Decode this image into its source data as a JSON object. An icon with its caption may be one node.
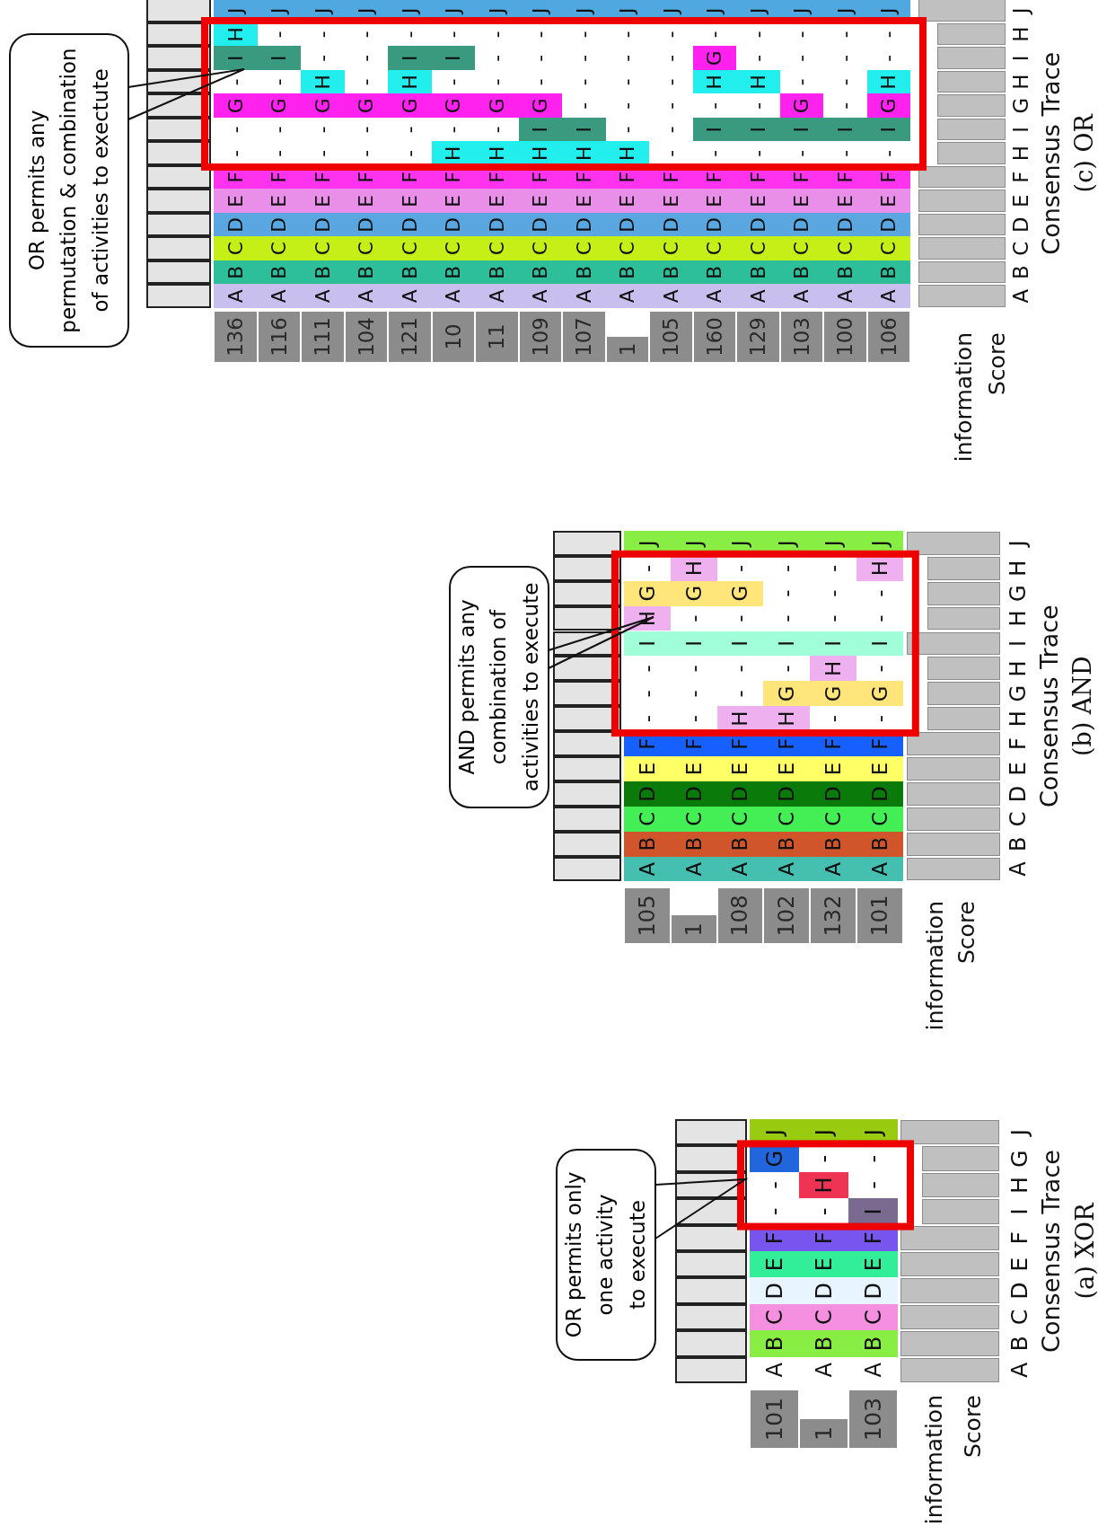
{
  "diagram": {
    "nodes": [
      {
        "text": [
          "OR permits only one activity to execute"
        ]
      },
      {
        "text": [
          "AND permits any combination of activities to execute"
        ]
      },
      {
        "text": [
          "OR permits any permutation & combination of activities to exectute"
        ]
      }
    ],
    "edges": [
      {
        "from": 0,
        "to": null,
        "arrow": "none"
      },
      {
        "from": 1,
        "to": null,
        "arrow": "none"
      },
      {
        "from": 2,
        "to": null,
        "arrow": "none"
      }
    ],
    "labels": [
      "101",
      "A",
      "B",
      "C",
      "D",
      "E",
      "F",
      "-",
      "-",
      "G",
      "J",
      "1",
      "A",
      "B",
      "C",
      "D",
      "E",
      "F",
      "-",
      "H",
      "-",
      "J",
      "103",
      "A",
      "B",
      "C",
      "D",
      "E",
      "F",
      "I",
      "-",
      "-",
      "J",
      "A",
      "B",
      "C",
      "D",
      "E",
      "F",
      "I",
      "H",
      "G",
      "J",
      "Consensus Trace",
      "(a) XOR",
      "information",
      "Score",
      "105",
      "A",
      "B",
      "C",
      "D",
      "E",
      "F",
      "-",
      "-",
      "-",
      "I",
      "H",
      "G",
      "-",
      "J",
      "1",
      "A",
      "B",
      "C",
      "D",
      "E",
      "F",
      "-",
      "-",
      "-",
      "I",
      "-",
      "G",
      "H",
      "J",
      "108",
      "A",
      "B",
      "C",
      "D",
      "E",
      "F",
      "H",
      "-",
      "-",
      "I",
      "-",
      "G",
      "-",
      "J",
      "102",
      "A",
      "B",
      "C",
      "D",
      "E",
      "F",
      "H",
      "G",
      "-",
      "I",
      "-",
      "-",
      "-",
      "J",
      "132",
      "A",
      "B",
      "C",
      "D",
      "E",
      "F",
      "-",
      "G",
      "H",
      "I",
      "-",
      "-",
      "-",
      "J",
      "101",
      "A",
      "B",
      "C",
      "D",
      "E",
      "F",
      "-",
      "G",
      "-",
      "I",
      "-",
      "-",
      "H",
      "J",
      "A",
      "B",
      "C",
      "D",
      "E",
      "F",
      "H",
      "G",
      "H",
      "I",
      "H",
      "G",
      "H",
      "J",
      "Consensus Trace",
      "(b) AND",
      "information",
      "Score",
      "136",
      "A",
      "B",
      "C",
      "D",
      "E",
      "F",
      "-",
      "-",
      "G",
      "-",
      "I",
      "H",
      "J",
      "116",
      "A",
      "B",
      "C",
      "D",
      "E",
      "F",
      "-",
      "-",
      "G",
      "-",
      "I",
      "-",
      "J",
      "111",
      "A",
      "B",
      "C",
      "D",
      "E",
      "F",
      "-",
      "-",
      "G",
      "H",
      "-",
      "-",
      "J",
      "104",
      "A",
      "B",
      "C",
      "D",
      "E",
      "F",
      "-",
      "-",
      "G",
      "-",
      "-",
      "-",
      "J",
      "121",
      "A",
      "B",
      "C",
      "D",
      "E",
      "F",
      "-",
      "-",
      "G",
      "H",
      "I",
      "-",
      "J",
      "10",
      "A",
      "B",
      "C",
      "D",
      "E",
      "F",
      "H",
      "-",
      "G",
      "-",
      "I",
      "-",
      "J",
      "11",
      "A",
      "B",
      "C",
      "D",
      "E",
      "F",
      "H",
      "-",
      "G",
      "-",
      "-",
      "-",
      "J",
      "109",
      "A",
      "B",
      "C",
      "D",
      "E",
      "F",
      "H",
      "I",
      "G",
      "-",
      "-",
      "-",
      "J",
      "107",
      "A",
      "B",
      "C",
      "D",
      "E",
      "F",
      "H",
      "I",
      "-",
      "-",
      "-",
      "-",
      "J",
      "1",
      "A",
      "B",
      "C",
      "D",
      "E",
      "F",
      "H",
      "-",
      "-",
      "-",
      "-",
      "-",
      "J",
      "105",
      "A",
      "B",
      "C",
      "D",
      "E",
      "F",
      "-",
      "-",
      "-",
      "-",
      "-",
      "-",
      "J",
      "160",
      "A",
      "B",
      "C",
      "D",
      "E",
      "F",
      "-",
      "I",
      "-",
      "H",
      "G",
      "-",
      "J",
      "129",
      "A",
      "B",
      "C",
      "D",
      "E",
      "F",
      "-",
      "I",
      "-",
      "H",
      "-",
      "-",
      "J",
      "103",
      "A",
      "B",
      "C",
      "D",
      "E",
      "F",
      "-",
      "I",
      "G",
      "-",
      "-",
      "-",
      "J",
      "100",
      "A",
      "B",
      "C",
      "D",
      "E",
      "F",
      "-",
      "I",
      "-",
      "-",
      "-",
      "-",
      "J",
      "106",
      "A",
      "B",
      "C",
      "D",
      "E",
      "F",
      "-",
      "I",
      "G",
      "H",
      "-",
      "-",
      "J",
      "A",
      "B",
      "C",
      "D",
      "E",
      "F",
      "H",
      "I",
      "G",
      "H",
      "I",
      "H",
      "J",
      "Consensus Trace",
      "(c) OR",
      "information",
      "Score"
    ]
  }
}
